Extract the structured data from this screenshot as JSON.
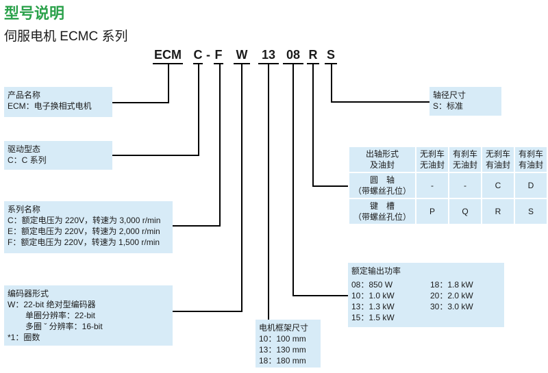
{
  "page": {
    "title": "型号说明",
    "subtitle": "伺服电机 ECMC 系列"
  },
  "code_segments": [
    "ECM",
    "C",
    "-",
    "F",
    "W",
    "13",
    "08",
    "R",
    "S"
  ],
  "boxes": {
    "product_name": {
      "head": "产品名称",
      "lines": [
        "ECM：电子换相式电机"
      ]
    },
    "drive_type": {
      "head": "驱动型态",
      "lines": [
        "C：C 系列"
      ]
    },
    "series_name": {
      "head": "系列名称",
      "lines": [
        "C：额定电压为 220V，转速为 3,000 r/min",
        "E：额定电压为 220V，转速为 2,000 r/min",
        "F：额定电压为 220V，转速为 1,500 r/min"
      ]
    },
    "encoder": {
      "head": "编码器形式",
      "lines": [
        "W：22-bit 绝对型编码器",
        "单圈分辨率：22-bit",
        "多圈 ˇ 分辨率：16-bit",
        "*1：圈数"
      ]
    },
    "frame": {
      "head": "电机框架尺寸",
      "lines": [
        "10：100 mm",
        "13：130 mm",
        "18：180 mm"
      ]
    },
    "power": {
      "head": "额定输出功率",
      "left": [
        "08：850 W",
        "10：1.0 kW",
        "13：1.3 kW",
        "15：1.5 kW"
      ],
      "right": [
        "18：1.8 kW",
        "20：2.0 kW",
        "30：3.0 kW"
      ]
    },
    "shaft_dia": {
      "head": "轴径尺寸",
      "lines": [
        "S：标准"
      ]
    }
  },
  "axle_table": {
    "header": {
      "c0a": "出轴形式",
      "c0b": "及油封",
      "c1a": "无刹车",
      "c1b": "无油封",
      "c2a": "有刹车",
      "c2b": "无油封",
      "c3a": "无刹车",
      "c3b": "有油封",
      "c4a": "有刹车",
      "c4b": "有油封"
    },
    "rows": [
      {
        "a": "圆　轴",
        "b": "（带螺丝孔位）",
        "v1": "-",
        "v2": "-",
        "v3": "C",
        "v4": "D"
      },
      {
        "a": "键　槽",
        "b": "（带螺丝孔位）",
        "v1": "P",
        "v2": "Q",
        "v3": "R",
        "v4": "S"
      }
    ]
  }
}
